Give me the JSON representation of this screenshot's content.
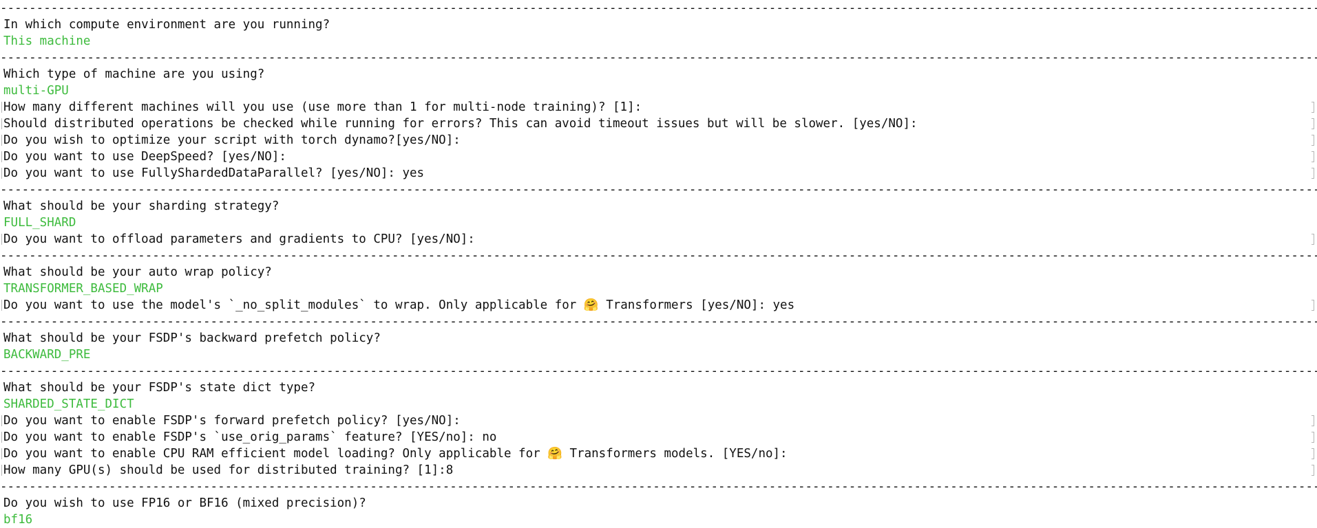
{
  "terminal": {
    "separator": "----------------------------------------------------------------------------------------------------------------------------------------------------------------------------------------------------------------------------------------------------------------------------------------------------------------------------------",
    "answer_color": "#3dbb3d",
    "lines": [
      {
        "kind": "sep"
      },
      {
        "kind": "question",
        "text": "In which compute environment are you running?"
      },
      {
        "kind": "answer",
        "text": "This machine"
      },
      {
        "kind": "sep"
      },
      {
        "kind": "question",
        "text": "Which type of machine are you using?"
      },
      {
        "kind": "answer",
        "text": "multi-GPU"
      },
      {
        "kind": "prompt",
        "text": "How many different machines will you use (use more than 1 for multi-node training)? [1]:"
      },
      {
        "kind": "prompt",
        "text": "Should distributed operations be checked while running for errors? This can avoid timeout issues but will be slower. [yes/NO]:"
      },
      {
        "kind": "prompt",
        "text": "Do you wish to optimize your script with torch dynamo?[yes/NO]:"
      },
      {
        "kind": "prompt",
        "text": "Do you want to use DeepSpeed? [yes/NO]:"
      },
      {
        "kind": "prompt",
        "text": "Do you want to use FullyShardedDataParallel? [yes/NO]: yes"
      },
      {
        "kind": "sep"
      },
      {
        "kind": "question",
        "text": "What should be your sharding strategy?"
      },
      {
        "kind": "answer",
        "text": "FULL_SHARD"
      },
      {
        "kind": "prompt",
        "text": "Do you want to offload parameters and gradients to CPU? [yes/NO]:"
      },
      {
        "kind": "sep"
      },
      {
        "kind": "question",
        "text": "What should be your auto wrap policy?"
      },
      {
        "kind": "answer",
        "text": "TRANSFORMER_BASED_WRAP"
      },
      {
        "kind": "prompt",
        "text": "Do you want to use the model's `_no_split_modules` to wrap. Only applicable for 🤗 Transformers [yes/NO]: yes"
      },
      {
        "kind": "sep"
      },
      {
        "kind": "question",
        "text": "What should be your FSDP's backward prefetch policy?"
      },
      {
        "kind": "answer",
        "text": "BACKWARD_PRE"
      },
      {
        "kind": "sep"
      },
      {
        "kind": "question",
        "text": "What should be your FSDP's state dict type?"
      },
      {
        "kind": "answer",
        "text": "SHARDED_STATE_DICT"
      },
      {
        "kind": "prompt",
        "text": "Do you want to enable FSDP's forward prefetch policy? [yes/NO]:"
      },
      {
        "kind": "prompt",
        "text": "Do you want to enable FSDP's `use_orig_params` feature? [YES/no]: no"
      },
      {
        "kind": "prompt",
        "text": "Do you want to enable CPU RAM efficient model loading? Only applicable for 🤗 Transformers models. [YES/no]:"
      },
      {
        "kind": "prompt",
        "text": "How many GPU(s) should be used for distributed training? [1]:8"
      },
      {
        "kind": "sep"
      },
      {
        "kind": "question",
        "text": "Do you wish to use FP16 or BF16 (mixed precision)?"
      },
      {
        "kind": "answer",
        "text": "bf16"
      }
    ]
  }
}
